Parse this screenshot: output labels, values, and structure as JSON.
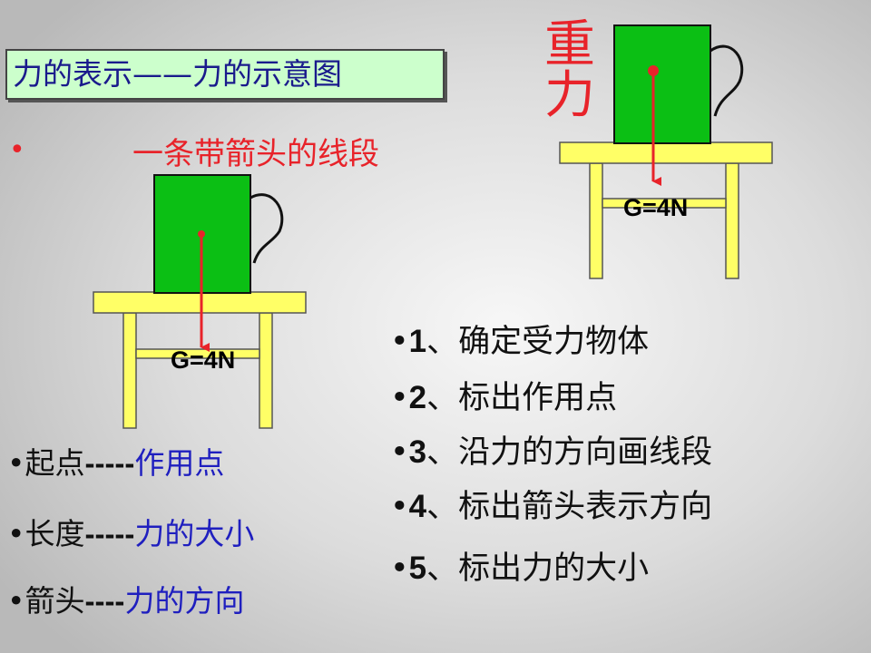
{
  "title": "力的示意图",
  "title_prefix": "力的表示",
  "title_dash": "——",
  "bullet_red": "•",
  "subtitle": "一条带箭头的线段",
  "gravity_label": "重力",
  "left_scene_label": "G=4N",
  "right_scene_label": "G=4N",
  "left_items": [
    {
      "bullet": "•",
      "term": "起点",
      "dash": "-----",
      "meaning": "作用点"
    },
    {
      "bullet": "•",
      "term": "长度",
      "dash": "-----",
      "meaning": "力的大小"
    },
    {
      "bullet": "•",
      "term": "箭头",
      "dash": "----",
      "meaning": "力的方向"
    }
  ],
  "steps": [
    {
      "bullet": "•",
      "num": "1",
      "text": "、确定受力物体"
    },
    {
      "bullet": "•",
      "num": "2",
      "text": "、标出作用点"
    },
    {
      "bullet": "•",
      "num": "3",
      "text": "、沿力的方向画线段"
    },
    {
      "bullet": "•",
      "num": "4",
      "text": "、标出箭头表示方向"
    },
    {
      "bullet": "•",
      "num": "5",
      "text": "、标出力的大小"
    }
  ],
  "colors": {
    "box_green": "#0bbf14",
    "table_yellow": "#ffff66",
    "arrow_red": "#e8232a",
    "title_bg": "#ccffcc",
    "blue_text": "#1f1fbf"
  }
}
